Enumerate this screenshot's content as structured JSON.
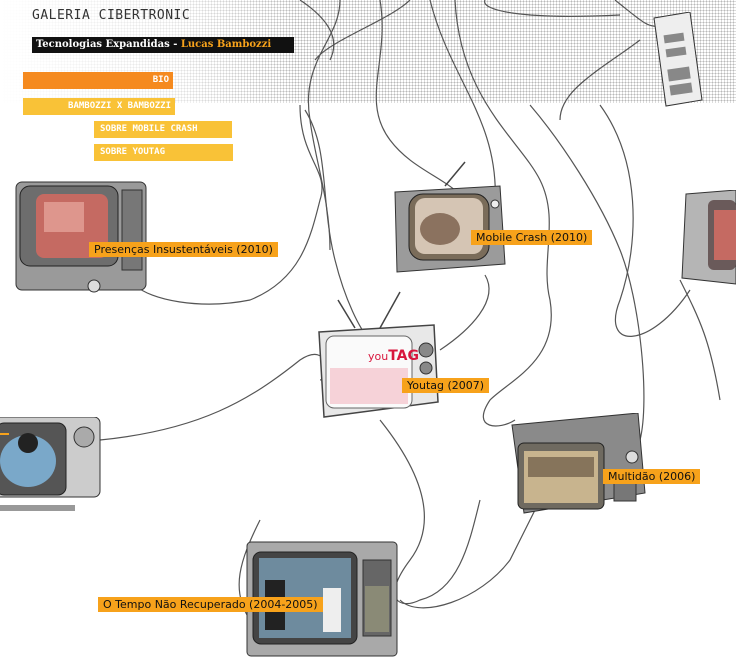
{
  "header": {
    "title": "GALERIA CIBERTRONIC",
    "subtitle_main": "Tecnologias Expandidas - ",
    "subtitle_accent": "Lucas Bambozzi"
  },
  "menu": {
    "bio": "BIO",
    "bambozzi": "BAMBOZZI X BAMBOZZI",
    "mobile_crash": "SOBRE MOBILE CRASH",
    "youtag": "SOBRE YOUTAG"
  },
  "works": {
    "presencas": "Presenças Insustentáveis (2010)",
    "mobile_crash": "Mobile Crash (2010)",
    "youtag": "Youtag (2007)",
    "multidao": "Multidão (2006)",
    "tempo": "O Tempo Não Recuperado (2004-2005)"
  },
  "youtag_screen": {
    "logo_prefix": "you",
    "logo_suffix": "TAG"
  },
  "colors": {
    "accent": "#f7a21b",
    "menu_orange": "#f58a1f",
    "menu_yellow": "#f9c237",
    "bar": "#111111"
  }
}
